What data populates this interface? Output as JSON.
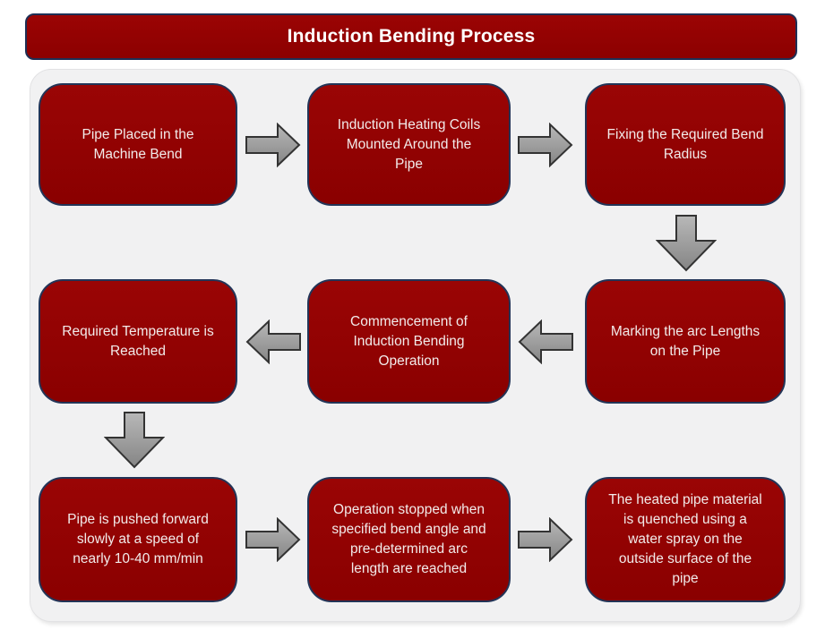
{
  "title": "Induction Bending Process",
  "steps": [
    {
      "label": "Pipe Placed in the\nMachine Bend"
    },
    {
      "label": "Induction Heating Coils\nMounted Around the\nPipe"
    },
    {
      "label": "Fixing the Required Bend\nRadius"
    },
    {
      "label": "Marking the arc Lengths\non the Pipe"
    },
    {
      "label": "Commencement of\nInduction Bending\nOperation"
    },
    {
      "label": "Required Temperature is\nReached"
    },
    {
      "label": "Pipe is pushed forward\nslowly at a speed of\nnearly 10-40 mm/min"
    },
    {
      "label": "Operation stopped when\nspecified bend angle and\npre-determined arc\nlength are reached"
    },
    {
      "label": "The heated pipe material\nis quenched using a\nwater spray on the\noutside surface of the\npipe"
    }
  ],
  "colors": {
    "box_fill": "#920101",
    "box_border": "#233457",
    "title_fill": "#920101",
    "title_border": "#1e2f55",
    "panel_background": "#f1f1f2",
    "arrow_fill_top": "#b8b8b8",
    "arrow_fill_bottom": "#858585",
    "arrow_outline": "#333333",
    "text": "#ffffff"
  }
}
